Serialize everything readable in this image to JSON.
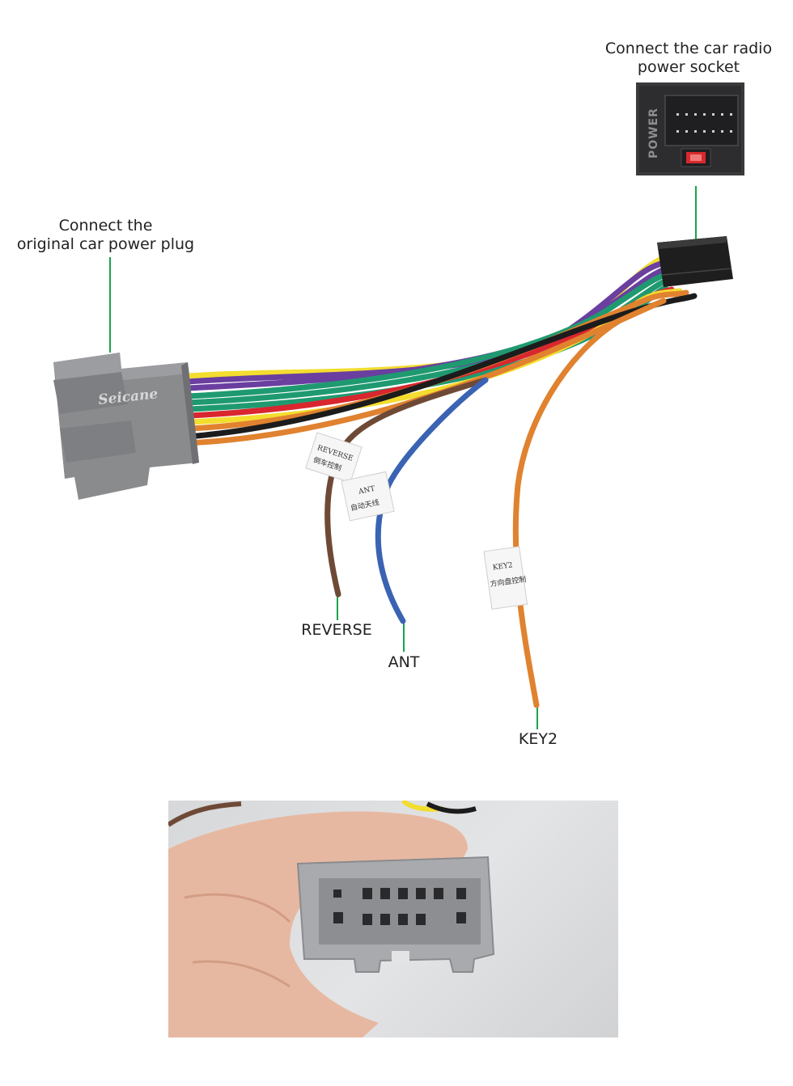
{
  "callouts": {
    "radio_socket": {
      "line1": "Connect the car radio",
      "line2": "power socket"
    },
    "car_plug": {
      "line1": "Connect the",
      "line2": "original car power plug"
    },
    "reverse": "REVERSE",
    "ant": "ANT",
    "key2": "KEY2"
  },
  "connector": {
    "brand": "Seicane",
    "socket_marking": "POWER"
  },
  "wire_tags": {
    "reverse": {
      "line1": "REVERSE",
      "line2": "倒车控制"
    },
    "ant": {
      "line1": "ANT",
      "line2": "自动天线"
    },
    "key2": {
      "line1": "KEY2",
      "line2": "方向盘控制"
    }
  },
  "colors": {
    "leader_line": "#1aa34a",
    "connector_gray": "#8a8b8d",
    "wire_purple": "#6a3fa0",
    "wire_green": "#1f9a70",
    "wire_yellow": "#f3dd2f",
    "wire_red": "#d9262f",
    "wire_orange": "#e0822f",
    "wire_black": "#1c1c1c",
    "wire_brown": "#6e4a36",
    "wire_blue": "#3b63b3"
  },
  "icons": [
    "harness-connector-icon",
    "radio-socket-icon",
    "hand-photo-icon"
  ]
}
